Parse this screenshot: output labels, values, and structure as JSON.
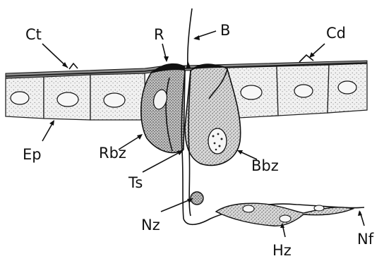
{
  "labels": {
    "ct": "Ct",
    "r": "R",
    "b": "B",
    "cd": "Cd",
    "ep": "Ep",
    "rbz": "Rbz",
    "bbz": "Bbz",
    "ts": "Ts",
    "nz": "Nz",
    "hz": "Hz",
    "nf": "Nf"
  },
  "colors": {
    "ink": "#111111",
    "epithelium": "#efefef",
    "receptor": "#c9c9c9",
    "basal": "#d7d7d7",
    "nucleus": "#f7f7f7"
  }
}
